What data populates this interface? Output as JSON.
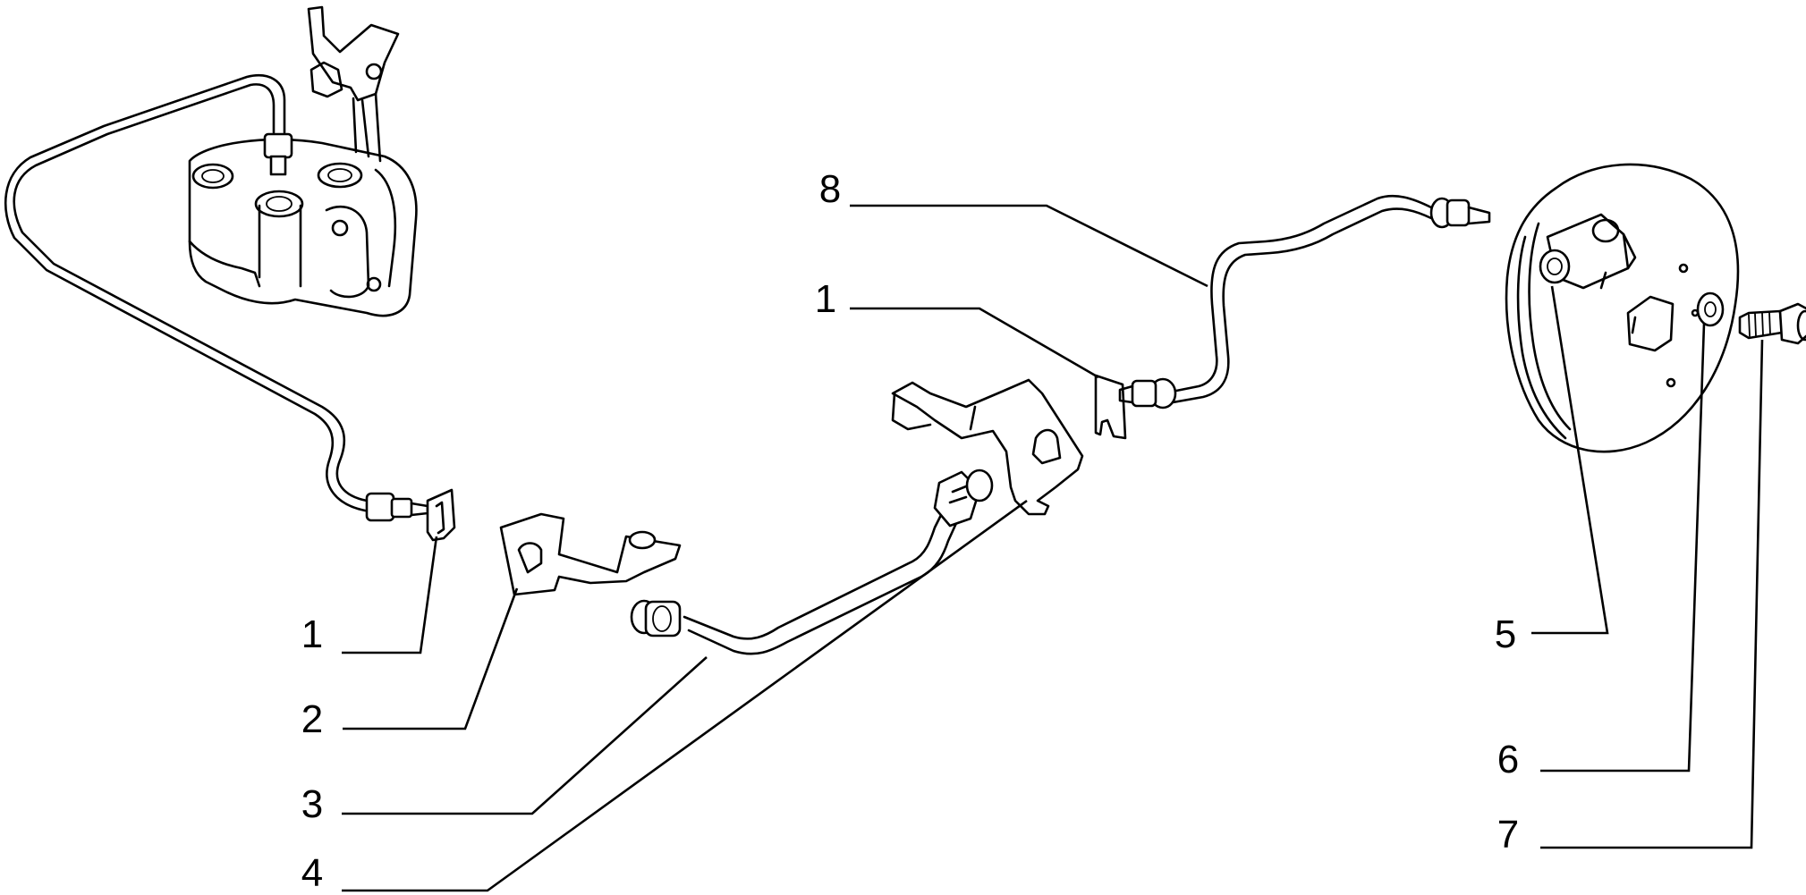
{
  "diagram": {
    "callouts": [
      {
        "id": "c1a",
        "label": "1"
      },
      {
        "id": "c2",
        "label": "2"
      },
      {
        "id": "c3",
        "label": "3"
      },
      {
        "id": "c4",
        "label": "4"
      },
      {
        "id": "c8",
        "label": "8"
      },
      {
        "id": "c1b",
        "label": "1"
      },
      {
        "id": "c5",
        "label": "5"
      },
      {
        "id": "c6",
        "label": "6"
      },
      {
        "id": "c7",
        "label": "7"
      }
    ]
  }
}
